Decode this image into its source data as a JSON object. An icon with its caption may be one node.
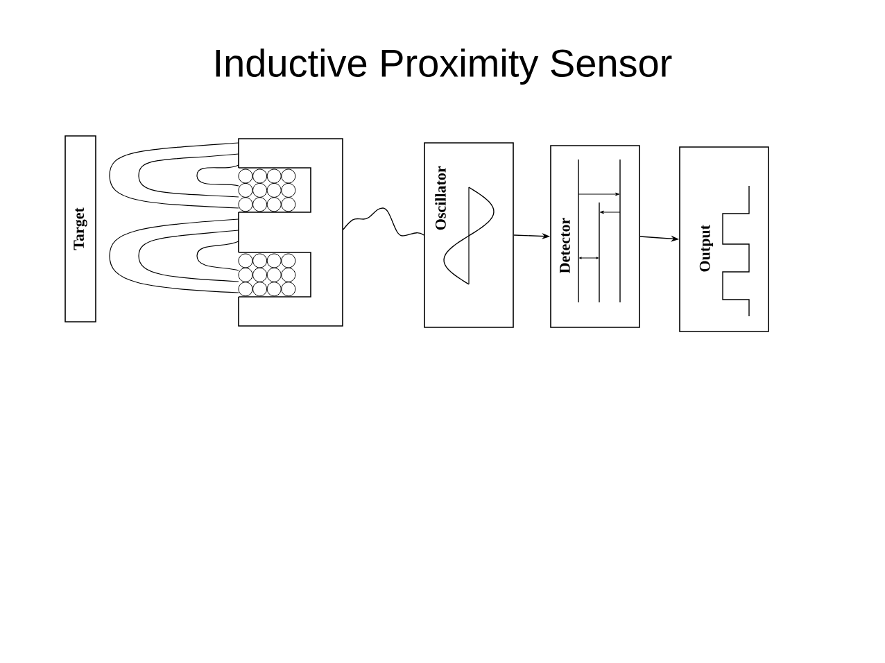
{
  "diagram": {
    "title": "Inductive Proximity Sensor",
    "nodes": [
      {
        "text": [
          "Target"
        ]
      },
      {
        "text": [],
        "shape": "box"
      },
      {
        "text": [
          "Oscillator"
        ]
      },
      {
        "text": [
          "Detector"
        ]
      },
      {
        "text": [
          "Output"
        ]
      }
    ],
    "edges": [
      {
        "from": 1,
        "to": 2,
        "arrow": "none"
      },
      {
        "from": 2,
        "to": 3,
        "arrow": "to"
      },
      {
        "from": 3,
        "to": 4,
        "arrow": "to"
      }
    ]
  }
}
